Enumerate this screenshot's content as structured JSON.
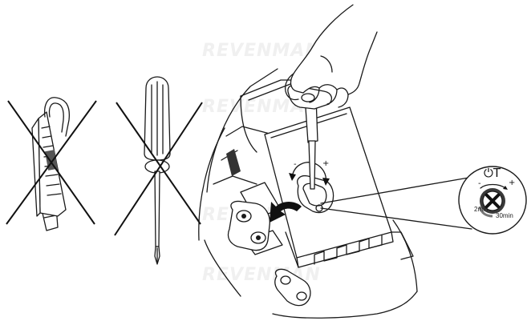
{
  "watermark": "REVENMAN",
  "timer": {
    "symbol": "⏻T",
    "minus": "-",
    "plus": "+",
    "min_label": "2min",
    "max_label": "30min"
  },
  "adjust": {
    "minus": "-",
    "plus": "+"
  },
  "icons": {
    "cutter": "utility-knife-icon",
    "screwdriver": "phillips-screwdriver-icon",
    "cross": "prohibited-cross-icon",
    "dial": "timer-dial-icon",
    "hand": "hand-icon",
    "arrow": "curved-arrow-icon"
  },
  "colors": {
    "ink": "#1a1a1a",
    "watermark": "#f0f0f0",
    "shade": "#9a9a9a"
  }
}
